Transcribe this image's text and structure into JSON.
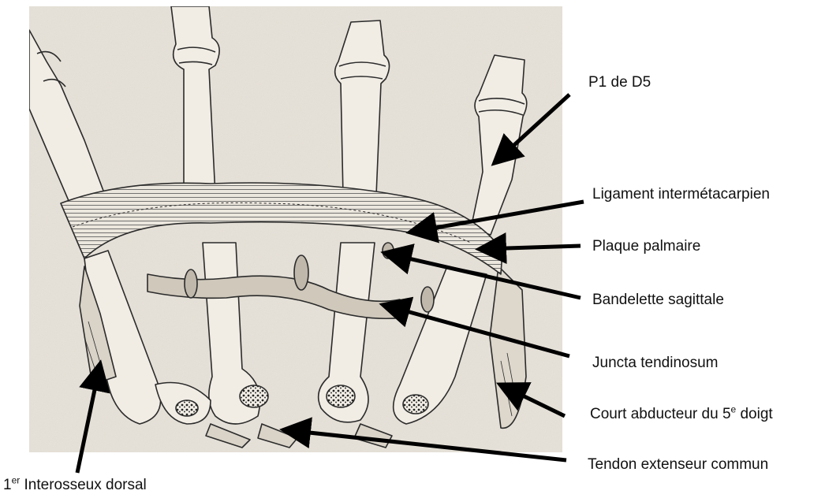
{
  "figure": {
    "description_icon": "hand-dorsal-anatomy-illustration",
    "colors": {
      "paper": "#e7e2d9",
      "ink": "#2b2b2b",
      "arrow": "#000000"
    }
  },
  "labels": {
    "p1_d5": "P1 de D5",
    "ligament": "Ligament intermétacarpien",
    "plaque": "Plaque palmaire",
    "bandelette": "Bandelette sagittale",
    "juncta": "Juncta tendinosum",
    "court_prefix": "Court abducteur du 5",
    "court_sup": "e",
    "court_suffix": " doigt",
    "tendon": "Tendon extenseur commun",
    "interosseux_prefix": "1",
    "interosseux_sup": "er",
    "interosseux_suffix": " Interosseux dorsal"
  }
}
